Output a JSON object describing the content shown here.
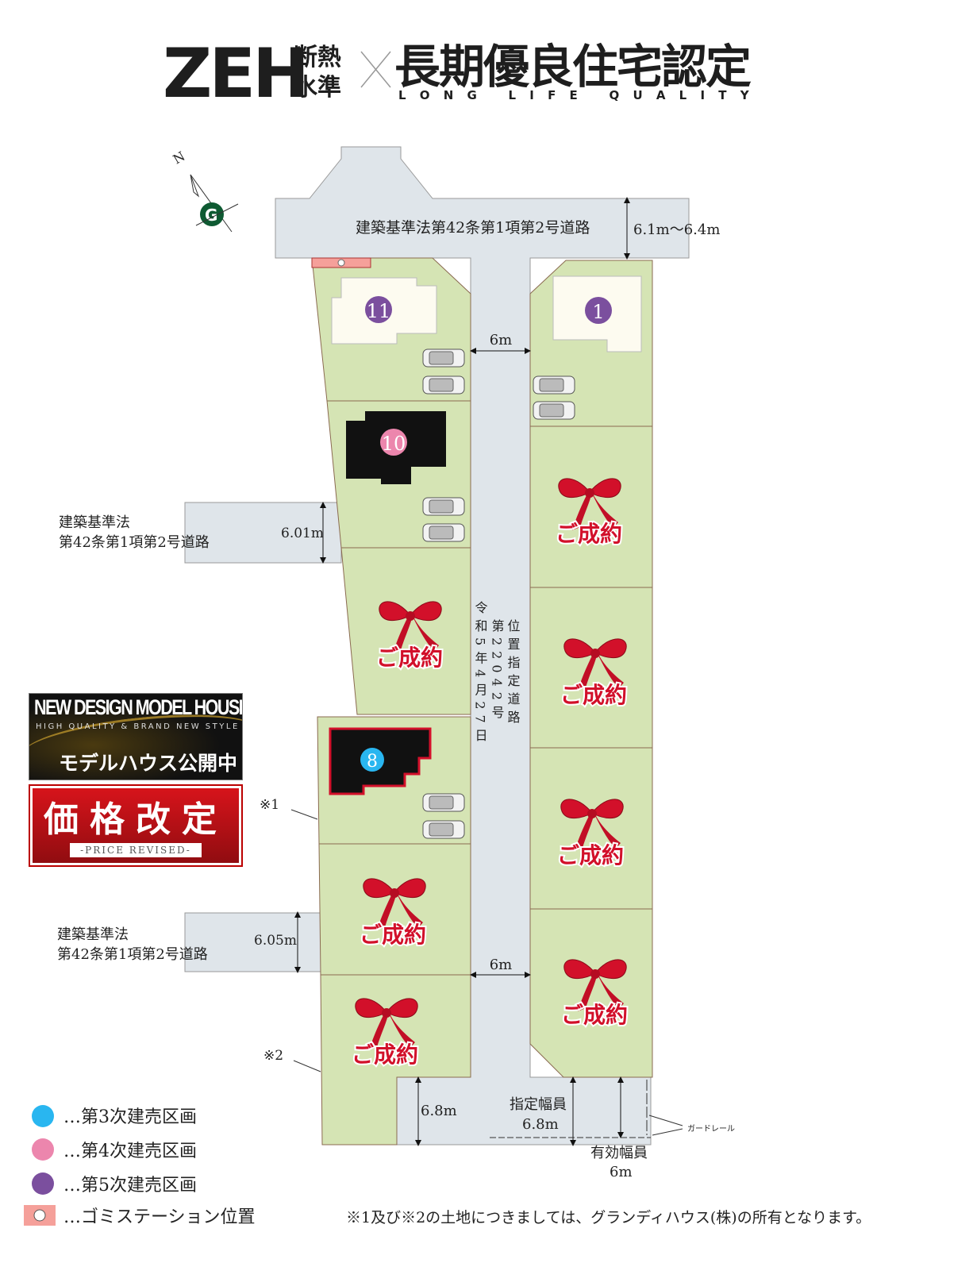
{
  "header": {
    "zeh": "ZEH",
    "zeh_sub_1": "断熱",
    "zeh_sub_2": "水準",
    "cross": "×",
    "title": "長期優良住宅認定",
    "subtitle": "L O N G   L I F E   Q U A L I T Y"
  },
  "compass": {
    "north_label": "N"
  },
  "roads": {
    "top_label": "建築基準法第42条第1項第2号道路",
    "top_width": "6.1m〜6.4m",
    "center_width_top": "6m",
    "center_width_bottom": "6m",
    "side1_label_1": "建築基準法",
    "side1_label_2": "第42条第1項第2号道路",
    "side1_width": "6.01m",
    "side2_label_1": "建築基準法",
    "side2_label_2": "第42条第1項第2号道路",
    "side2_width": "6.05m",
    "designation": [
      "位置指定道路",
      "第22042号",
      "令和5年4月27日"
    ],
    "bottom_width": "6.8m",
    "designated_width_label": "指定幅員",
    "designated_width": "6.8m",
    "effective_width_label": "有効幅員",
    "effective_width": "6m",
    "guardrail": "ガードレール"
  },
  "lots": [
    {
      "number": "11",
      "color": "#7b4f9e"
    },
    {
      "number": "10",
      "color": "#ec86ad"
    },
    {
      "number": "8",
      "color": "#29b6f0"
    },
    {
      "number": "1",
      "color": "#7b4f9e"
    }
  ],
  "sold_label": "ご成約",
  "notes": {
    "mark1": "※1",
    "mark2": "※2",
    "footer": "※1及び※2の土地につきましては、グランディハウス(株)の所有となります。"
  },
  "banner": {
    "title": "NEW DESIGN MODEL HOUSE",
    "subtitle": "HIGH QUALITY & BRAND NEW STYLE",
    "jp": "モデルハウス公開中"
  },
  "price": {
    "title": "価格改定",
    "subtitle": "-PRICE REVISED-"
  },
  "legend": [
    {
      "label": "…第3次建売区画",
      "color": "#29b6f0"
    },
    {
      "label": "…第4次建売区画",
      "color": "#ec86ad"
    },
    {
      "label": "…第5次建売区画",
      "color": "#7b4f9e"
    },
    {
      "label": "…ゴミステーション位置",
      "color": "#f5a09a"
    }
  ]
}
